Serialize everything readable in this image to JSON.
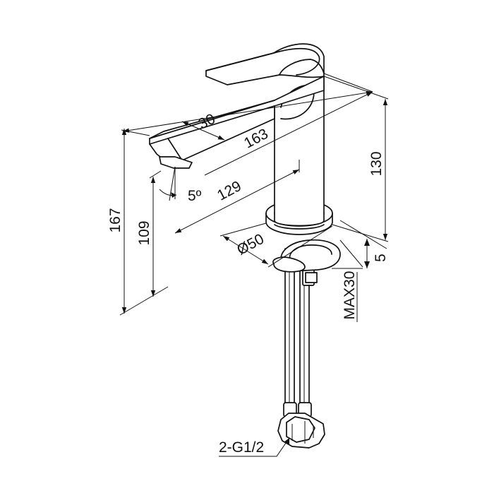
{
  "drawing": {
    "dimensions": {
      "total_height": "167",
      "spout_height": "109",
      "body_height": "130",
      "lever_width": "30",
      "overall_length": "163",
      "spout_reach": "129",
      "spout_angle": "5º",
      "base_diameter": "Ø50",
      "plate_thickness": "5",
      "max_deck": "MAX30",
      "connection": "2-G1/2"
    }
  }
}
